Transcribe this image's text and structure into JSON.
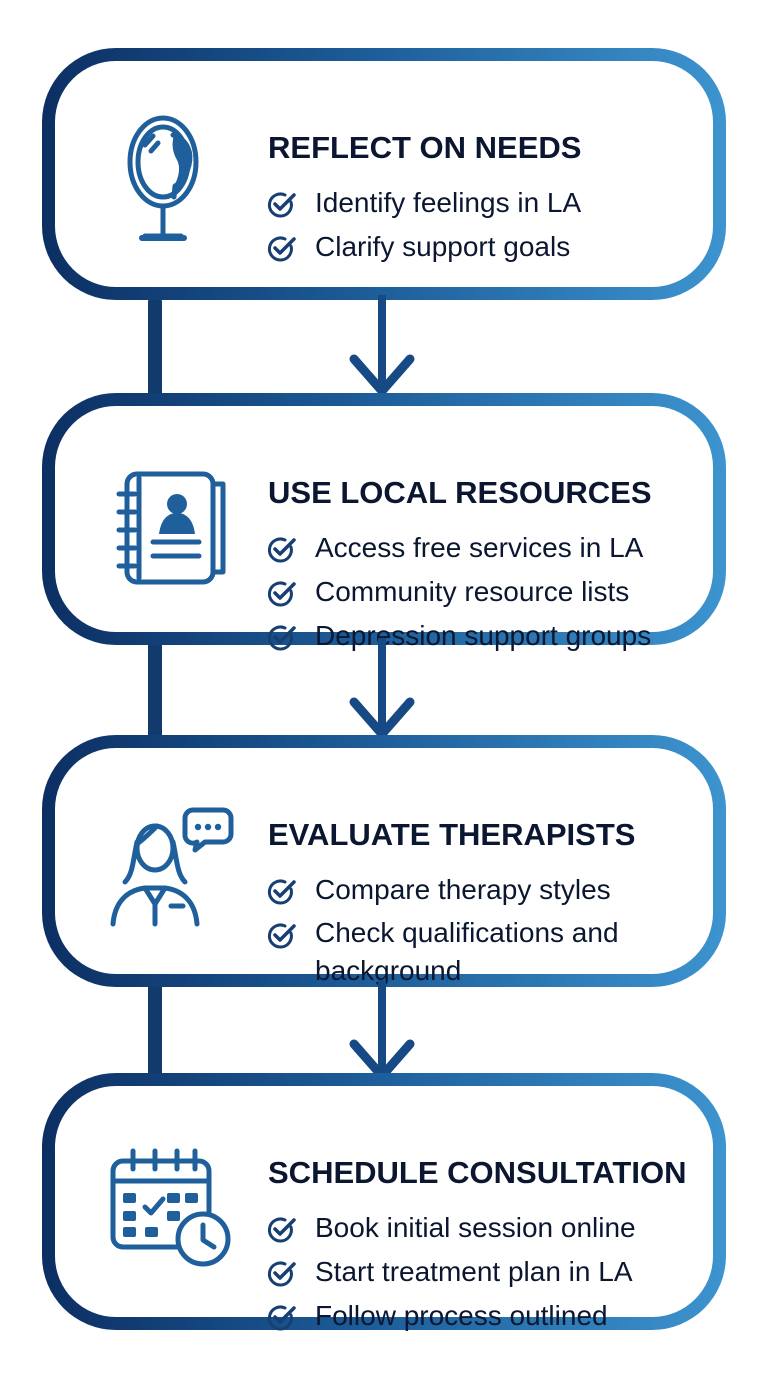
{
  "steps": [
    {
      "title": "REFLECT ON NEEDS",
      "icon": "mirror-icon",
      "items": [
        "Identify feelings in LA",
        "Clarify support goals"
      ]
    },
    {
      "title": "USE LOCAL RESOURCES",
      "icon": "directory-book-icon",
      "items": [
        "Access free services in LA",
        "Community resource lists",
        "Depression support groups"
      ]
    },
    {
      "title": "EVALUATE THERAPISTS",
      "icon": "therapist-speech-icon",
      "items": [
        "Compare therapy styles",
        "Check qualifications and background"
      ]
    },
    {
      "title": "SCHEDULE CONSULTATION",
      "icon": "calendar-clock-icon",
      "items": [
        "Book initial session online",
        "Start treatment plan in LA",
        "Follow process outlined"
      ]
    }
  ],
  "colors": {
    "gradient_start": "#0c2f63",
    "gradient_mid": "#1d5d99",
    "gradient_end": "#3d94cf",
    "text": "#0b1730",
    "icon": "#1f5f9c",
    "check": "#173f72",
    "arrow": "#174a84",
    "line": "#123b6d"
  }
}
